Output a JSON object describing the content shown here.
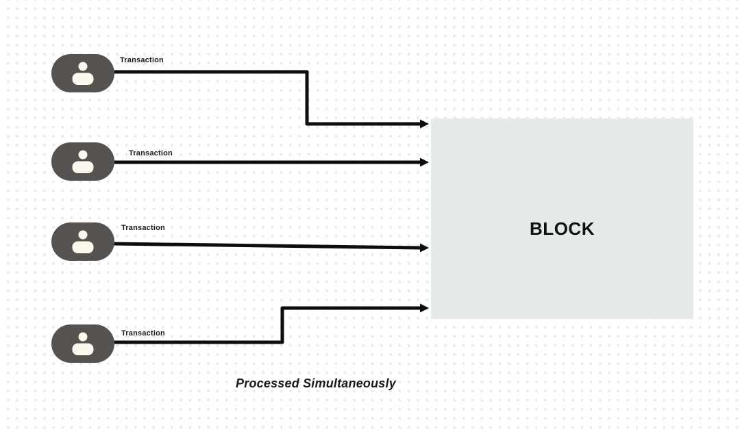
{
  "diagram": {
    "block": {
      "label": "BLOCK"
    },
    "caption": "Processed Simultaneously",
    "transactions": [
      {
        "label": "Transaction"
      },
      {
        "label": "Transaction"
      },
      {
        "label": "Transaction"
      },
      {
        "label": "Transaction"
      }
    ],
    "icons": {
      "sender": "person-icon"
    },
    "colors": {
      "background": "#ffffff",
      "dot_grid": "#e8ebee",
      "pill_fill": "#55524f",
      "person_fill": "#fcf8ee",
      "block_fill": "#e5ebe6",
      "arrow": "#0d0d0d",
      "text": "#1a1a1a"
    }
  }
}
